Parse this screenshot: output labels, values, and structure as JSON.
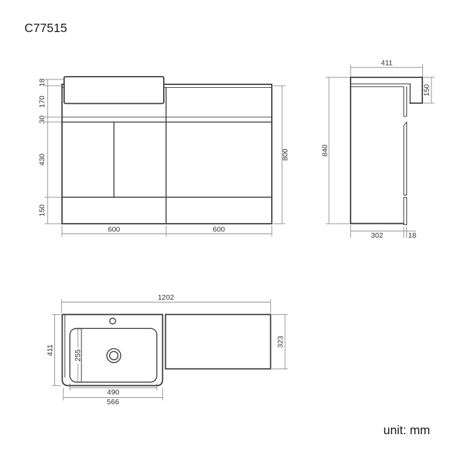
{
  "title": "C77515",
  "unit_note": "unit: mm",
  "views": {
    "front": {
      "dims": {
        "rim": "18",
        "apron": "170",
        "gap": "30",
        "door": "430",
        "plinth": "150",
        "height": "800",
        "left_unit_width": "600",
        "right_unit_width": "600"
      }
    },
    "side": {
      "dims": {
        "depth": "411",
        "basin_drop": "150",
        "height": "840",
        "cabinet_depth": "302",
        "door_thickness": "18"
      }
    },
    "plan": {
      "dims": {
        "overall_width": "1202",
        "basin_unit_depth": "411",
        "wc_unit_depth": "323",
        "bowl_depth": "255",
        "bowl_width": "490",
        "basin_top_width": "566"
      }
    }
  }
}
